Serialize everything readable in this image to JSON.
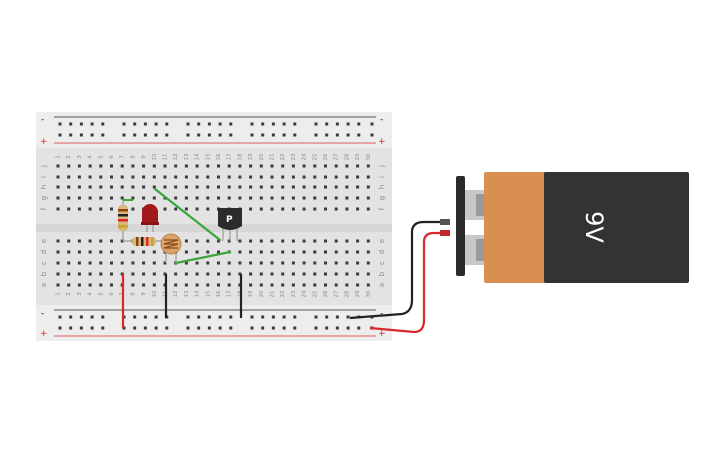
{
  "breadboard": {
    "column_numbers": [
      "1",
      "2",
      "3",
      "4",
      "5",
      "6",
      "7",
      "8",
      "9",
      "10",
      "11",
      "12",
      "13",
      "14",
      "15",
      "16",
      "17",
      "18",
      "19",
      "20",
      "21",
      "22",
      "23",
      "24",
      "25",
      "26",
      "27",
      "28",
      "29",
      "30"
    ],
    "top_rows": [
      "j",
      "i",
      "h",
      "g",
      "f"
    ],
    "bottom_rows": [
      "e",
      "d",
      "c",
      "b",
      "a"
    ],
    "rail_minus": "-",
    "rail_plus": "+"
  },
  "battery": {
    "label": "9V"
  },
  "transistor": {
    "label": "P"
  },
  "colors": {
    "board": "#e6e6e6",
    "hole": "#3a3a3a",
    "rail_red": "#d9282b",
    "rail_black": "#222222",
    "wire_green": "#3aa63a",
    "wire_red": "#d9282b",
    "wire_black": "#222222",
    "battery_copper": "#d98f52",
    "battery_body": "#333333"
  }
}
